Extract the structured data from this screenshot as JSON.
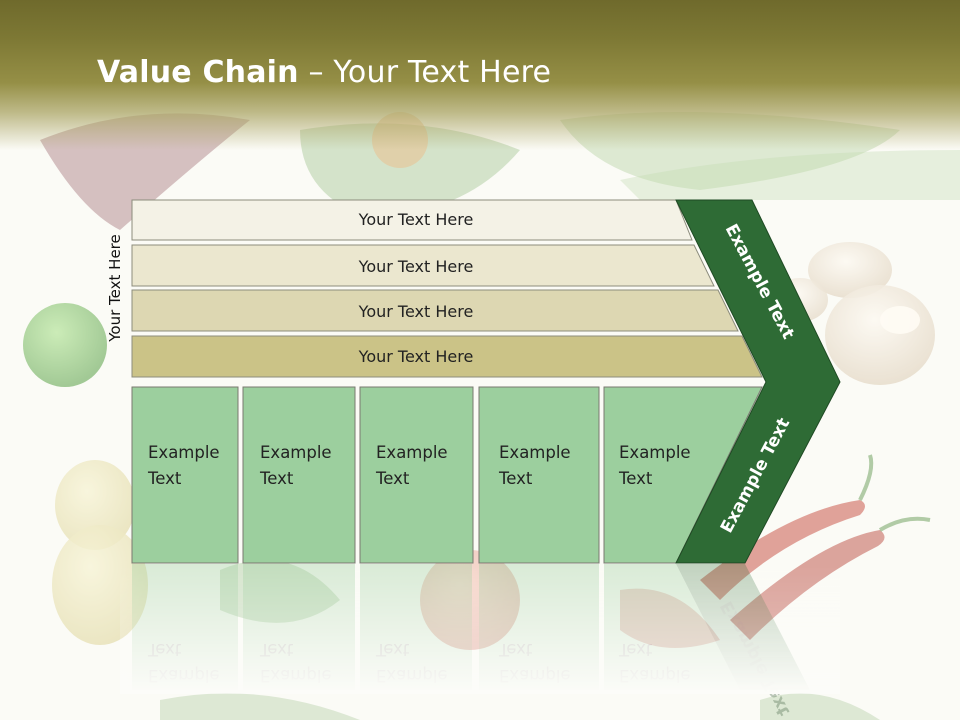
{
  "title": {
    "bold": "Value Chain",
    "rest": " – Your Text Here"
  },
  "side_label": "Your Text Here",
  "bars": [
    {
      "label": "Your Text Here",
      "fill": "#f4f2e6"
    },
    {
      "label": "Your Text Here",
      "fill": "#ebe7cf"
    },
    {
      "label": "Your Text Here",
      "fill": "#ddd7b2"
    },
    {
      "label": "Your Text Here",
      "fill": "#cbc387"
    }
  ],
  "boxes": [
    {
      "line1": "Example",
      "line2": "Text"
    },
    {
      "line1": "Example",
      "line2": "Text"
    },
    {
      "line1": "Example",
      "line2": "Text"
    },
    {
      "line1": "Example",
      "line2": "Text"
    },
    {
      "line1": "Example",
      "line2": "Text"
    }
  ],
  "arrow": {
    "upper_label": "Example Text",
    "lower_label": "Example Text",
    "fill": "#2e6b35"
  },
  "colors": {
    "box_fill": "#9ccf9e",
    "title_band": "#7d7834"
  }
}
